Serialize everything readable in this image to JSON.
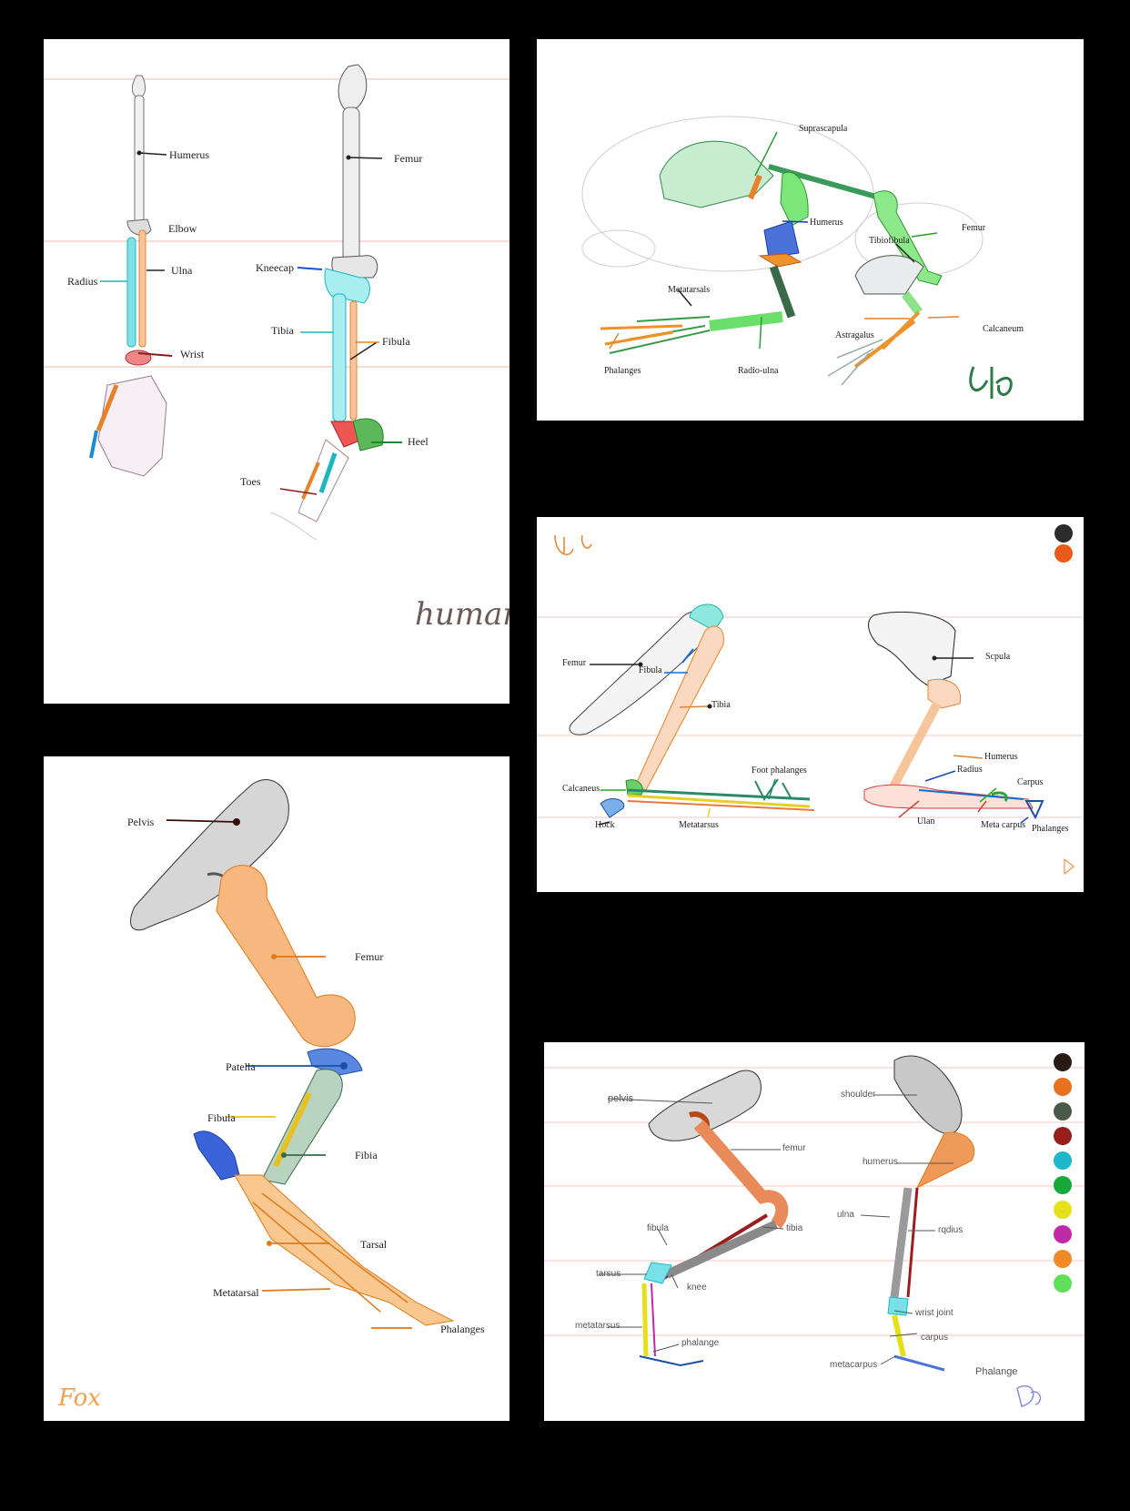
{
  "panels": {
    "human": {
      "labels": [
        "Humerus",
        "Elbow",
        "Radius",
        "Ulna",
        "Wrist",
        "Femur",
        "Kneecap",
        "Tibia",
        "Fibula",
        "Heel",
        "Toes"
      ],
      "signature": "human"
    },
    "frog": {
      "labels": [
        "Suprascapula",
        "Humerus",
        "Tibiofibula",
        "Femur",
        "Metatarsals",
        "Astragalus",
        "Calcaneum",
        "Phalanges",
        "Radio-ulna"
      ],
      "signature": "FroG"
    },
    "rabbit": {
      "labels": [
        "Femur",
        "Fibula",
        "Tibia",
        "Scpula",
        "Humerus",
        "Radius",
        "Carpus",
        "Calcaneus",
        "Foot phalanges",
        "Hock",
        "Metatarsus",
        "Ulan",
        "Meta carpus",
        "Phalanges"
      ],
      "palette": [
        "#2b2b2b",
        "#e85a1c"
      ]
    },
    "fox": {
      "labels": [
        "Pelvis",
        "Femur",
        "Patella",
        "Fibula",
        "Fibia",
        "Tarsal",
        "Metatarsal",
        "Phalanges"
      ],
      "signature": "Fox"
    },
    "dog": {
      "labels": [
        "pelvis",
        "femur",
        "tibia",
        "fibula",
        "tarsus",
        "knee",
        "metatarsus",
        "phalange",
        "shoulder",
        "humerus",
        "ulna",
        "rqdius",
        "wrist joint",
        "carpus",
        "metacarpus",
        "Phalange"
      ],
      "palette": [
        "#2a1a14",
        "#e8701e",
        "#4a5a48",
        "#9a1e1e",
        "#1fb7c9",
        "#18a83a",
        "#e6e01a",
        "#c02aa8",
        "#f08a28",
        "#5ee05a"
      ]
    }
  }
}
